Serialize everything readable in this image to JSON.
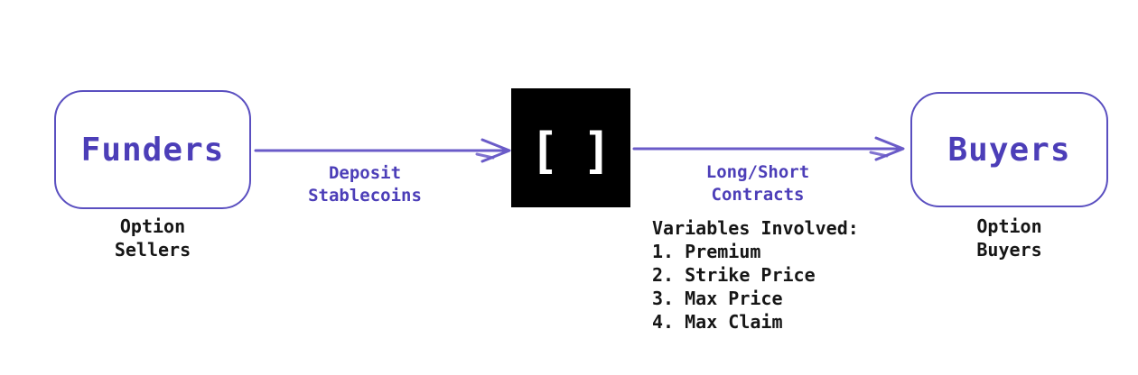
{
  "diagram": {
    "nodes": {
      "funders": {
        "label": "Funders",
        "caption": "Option\nSellers"
      },
      "protocol": {
        "icon": "bracket-logo",
        "left_bracket": "[",
        "right_bracket": "]"
      },
      "buyers": {
        "label": "Buyers",
        "caption": "Option\nBuyers"
      }
    },
    "arrows": {
      "deposit": {
        "label": "Deposit\nStablecoins",
        "from": "funders",
        "to": "protocol"
      },
      "contracts": {
        "label": "Long/Short\nContracts",
        "from": "protocol",
        "to": "buyers"
      }
    },
    "variables": {
      "heading": "Variables Involved:",
      "items": [
        "1. Premium",
        "2. Strike Price",
        "3. Max Price",
        "4. Max Claim"
      ]
    },
    "colors": {
      "accent_text": "#4c3eb8",
      "node_border": "#5a4fc0",
      "arrow": "#6a5bc8",
      "dark_text": "#161616",
      "protocol_bg": "#000000",
      "background": "#ffffff"
    }
  }
}
